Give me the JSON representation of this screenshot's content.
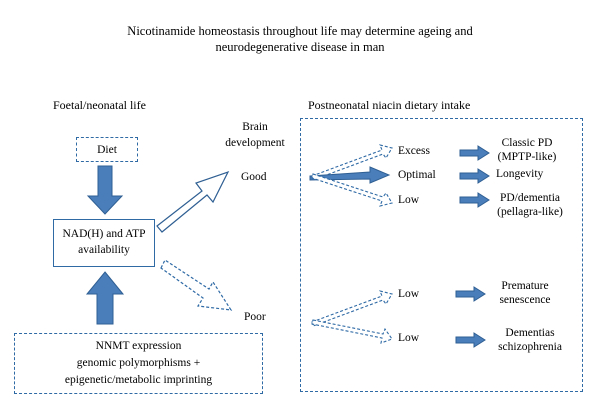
{
  "title": {
    "line1": "Nicotinamide homeostasis throughout life may determine ageing and",
    "line2": "neurodegenerative disease in man"
  },
  "left": {
    "heading": "Foetal/neonatal life",
    "diet": "Diet",
    "nad_line1": "NAD(H) and ATP",
    "nad_line2": "availability",
    "nnmt_line1": "NNMT expression",
    "nnmt_line2": "genomic polymorphisms +",
    "nnmt_line3": "epigenetic/metabolic imprinting",
    "brain_line1": "Brain",
    "brain_line2": "development",
    "good": "Good",
    "poor": "Poor"
  },
  "right": {
    "heading": "Postneonatal niacin dietary intake",
    "excess": "Excess",
    "optimal": "Optimal",
    "low1": "Low",
    "low2": "Low",
    "low3": "Low",
    "classic_pd_line1": "Classic PD",
    "classic_pd_line2": "(MPTP-like)",
    "longevity": "Longevity",
    "pd_dementia_line1": "PD/dementia",
    "pd_dementia_line2": "(pellagra-like)",
    "premature_line1": "Premature",
    "premature_line2": "senescence",
    "dementias_line1": "Dementias",
    "dementias_line2": "schizophrenia"
  },
  "colors": {
    "arrow_fill": "#4a7ebb",
    "arrow_stroke": "#2f5f93",
    "dash_blue": "#2f6aa5"
  }
}
